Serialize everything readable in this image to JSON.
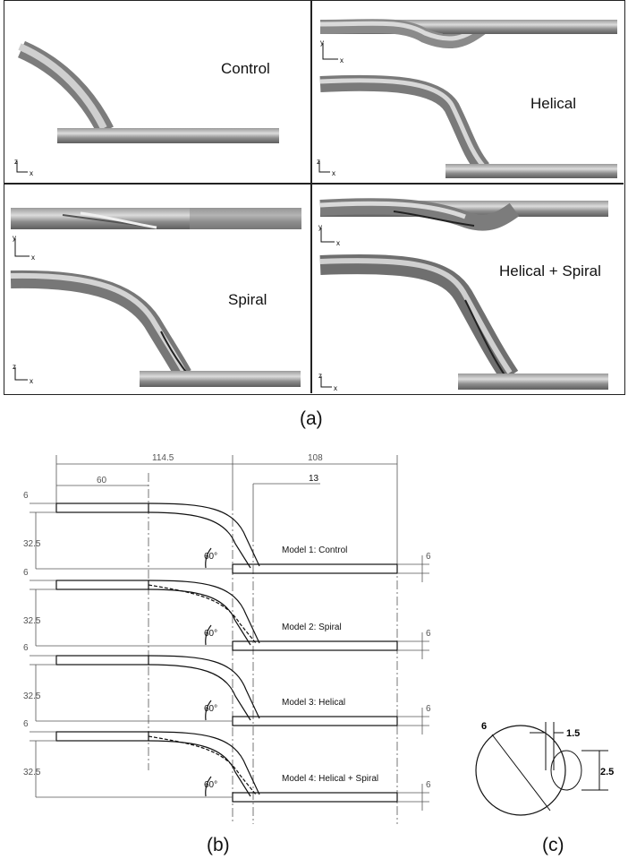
{
  "panel_a": {
    "label": "(a)",
    "models": {
      "control": "Control",
      "helical": "Helical",
      "spiral": "Spiral",
      "helical_spiral": "Helical + Spiral"
    },
    "axes": {
      "x": "x",
      "y": "y",
      "z": "z"
    }
  },
  "panel_b": {
    "label": "(b)",
    "dims": {
      "d1145": "114.5",
      "d108": "108",
      "d60": "60",
      "d13": "13",
      "d6": "6",
      "d325": "32.5",
      "angle": "60°"
    },
    "models": [
      "Model 1: Control",
      "Model 2: Spiral",
      "Model 3: Helical",
      "Model 4: Helical + Spiral"
    ]
  },
  "panel_c": {
    "label": "(c)",
    "dims": {
      "d6": "6",
      "d15": "1.5",
      "d25": "2.5"
    }
  },
  "colors": {
    "tube_dark": "#6e6e6e",
    "tube_mid": "#a9a9a9",
    "tube_light": "#e6e6e6",
    "line": "#222222"
  }
}
